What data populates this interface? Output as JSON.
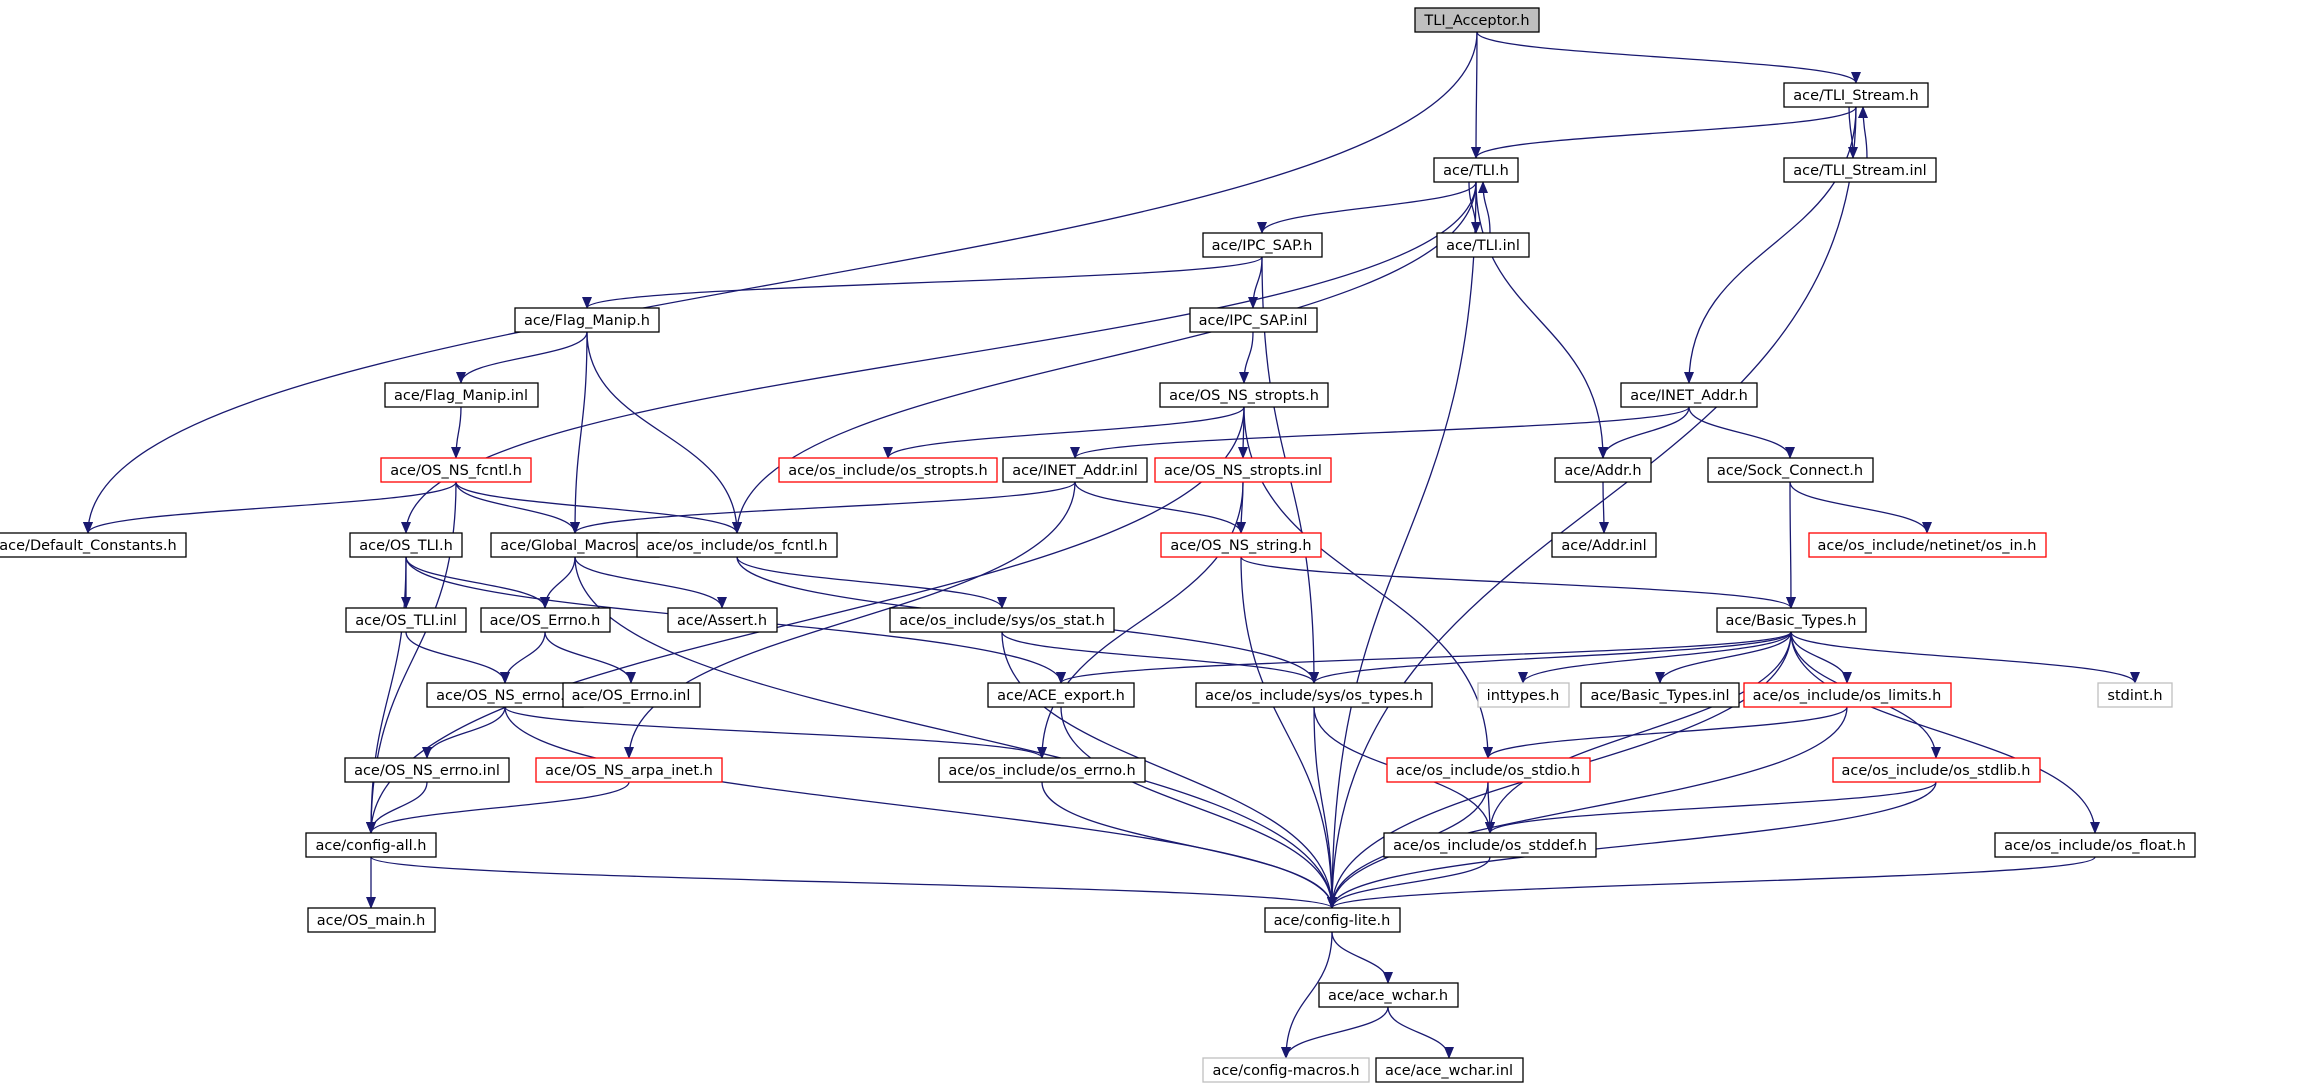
{
  "colors": {
    "edge": "#191970",
    "arrowhead": "#191970",
    "node_border_default": "#000000",
    "node_border_truncated": "#ff0000",
    "node_border_undocumented": "#bfbfbf",
    "root_fill": "#bfbfbf",
    "node_fill": "#ffffff"
  },
  "graph": {
    "root": "tli_acceptor",
    "nodes": [
      {
        "id": "tli_acceptor",
        "label": "TLI_Acceptor.h",
        "kind": "root"
      },
      {
        "id": "tli_stream",
        "label": "ace/TLI_Stream.h",
        "kind": "normal"
      },
      {
        "id": "tli_stream_inl",
        "label": "ace/TLI_Stream.inl",
        "kind": "normal"
      },
      {
        "id": "tli",
        "label": "ace/TLI.h",
        "kind": "normal"
      },
      {
        "id": "tli_inl",
        "label": "ace/TLI.inl",
        "kind": "normal"
      },
      {
        "id": "ipc_sap",
        "label": "ace/IPC_SAP.h",
        "kind": "normal"
      },
      {
        "id": "ipc_sap_inl",
        "label": "ace/IPC_SAP.inl",
        "kind": "normal"
      },
      {
        "id": "flag_manip",
        "label": "ace/Flag_Manip.h",
        "kind": "normal"
      },
      {
        "id": "flag_manip_inl",
        "label": "ace/Flag_Manip.inl",
        "kind": "normal"
      },
      {
        "id": "os_ns_stropts",
        "label": "ace/OS_NS_stropts.h",
        "kind": "normal"
      },
      {
        "id": "inet_addr",
        "label": "ace/INET_Addr.h",
        "kind": "normal"
      },
      {
        "id": "os_ns_fcntl",
        "label": "ace/OS_NS_fcntl.h",
        "kind": "truncated"
      },
      {
        "id": "os_include_stropts",
        "label": "ace/os_include/os_stropts.h",
        "kind": "truncated"
      },
      {
        "id": "inet_addr_inl",
        "label": "ace/INET_Addr.inl",
        "kind": "normal"
      },
      {
        "id": "os_ns_stropts_inl",
        "label": "ace/OS_NS_stropts.inl",
        "kind": "truncated"
      },
      {
        "id": "addr",
        "label": "ace/Addr.h",
        "kind": "normal"
      },
      {
        "id": "sock_connect",
        "label": "ace/Sock_Connect.h",
        "kind": "normal"
      },
      {
        "id": "default_constants",
        "label": "ace/Default_Constants.h",
        "kind": "normal"
      },
      {
        "id": "os_tli",
        "label": "ace/OS_TLI.h",
        "kind": "normal"
      },
      {
        "id": "global_macros",
        "label": "ace/Global_Macros.h",
        "kind": "normal"
      },
      {
        "id": "os_include_fcntl",
        "label": "ace/os_include/os_fcntl.h",
        "kind": "normal"
      },
      {
        "id": "os_ns_string",
        "label": "ace/OS_NS_string.h",
        "kind": "truncated"
      },
      {
        "id": "addr_inl",
        "label": "ace/Addr.inl",
        "kind": "normal"
      },
      {
        "id": "netinet_in",
        "label": "ace/os_include/netinet/os_in.h",
        "kind": "truncated"
      },
      {
        "id": "os_tli_inl",
        "label": "ace/OS_TLI.inl",
        "kind": "normal"
      },
      {
        "id": "os_errno",
        "label": "ace/OS_Errno.h",
        "kind": "normal"
      },
      {
        "id": "assert",
        "label": "ace/Assert.h",
        "kind": "normal"
      },
      {
        "id": "sys_stat",
        "label": "ace/os_include/sys/os_stat.h",
        "kind": "normal"
      },
      {
        "id": "basic_types",
        "label": "ace/Basic_Types.h",
        "kind": "normal"
      },
      {
        "id": "os_ns_errno",
        "label": "ace/OS_NS_errno.h",
        "kind": "normal"
      },
      {
        "id": "os_errno_inl",
        "label": "ace/OS_Errno.inl",
        "kind": "normal"
      },
      {
        "id": "ace_export",
        "label": "ace/ACE_export.h",
        "kind": "normal"
      },
      {
        "id": "sys_types",
        "label": "ace/os_include/sys/os_types.h",
        "kind": "normal"
      },
      {
        "id": "inttypes",
        "label": "inttypes.h",
        "kind": "undocumented"
      },
      {
        "id": "basic_types_inl",
        "label": "ace/Basic_Types.inl",
        "kind": "normal"
      },
      {
        "id": "os_limits",
        "label": "ace/os_include/os_limits.h",
        "kind": "truncated"
      },
      {
        "id": "stdint",
        "label": "stdint.h",
        "kind": "undocumented"
      },
      {
        "id": "os_ns_errno_inl",
        "label": "ace/OS_NS_errno.inl",
        "kind": "normal"
      },
      {
        "id": "os_ns_arpa_inet",
        "label": "ace/OS_NS_arpa_inet.h",
        "kind": "truncated"
      },
      {
        "id": "os_include_errno",
        "label": "ace/os_include/os_errno.h",
        "kind": "normal"
      },
      {
        "id": "os_stdio",
        "label": "ace/os_include/os_stdio.h",
        "kind": "truncated"
      },
      {
        "id": "os_stdlib",
        "label": "ace/os_include/os_stdlib.h",
        "kind": "truncated"
      },
      {
        "id": "config_all",
        "label": "ace/config-all.h",
        "kind": "normal"
      },
      {
        "id": "os_stddef",
        "label": "ace/os_include/os_stddef.h",
        "kind": "normal"
      },
      {
        "id": "os_float",
        "label": "ace/os_include/os_float.h",
        "kind": "normal"
      },
      {
        "id": "os_main",
        "label": "ace/OS_main.h",
        "kind": "normal"
      },
      {
        "id": "config_lite",
        "label": "ace/config-lite.h",
        "kind": "normal"
      },
      {
        "id": "ace_wchar",
        "label": "ace/ace_wchar.h",
        "kind": "normal"
      },
      {
        "id": "config_macros",
        "label": "ace/config-macros.h",
        "kind": "undocumented"
      },
      {
        "id": "ace_wchar_inl",
        "label": "ace/ace_wchar.inl",
        "kind": "normal"
      }
    ],
    "edges": [
      [
        "tli_acceptor",
        "tli"
      ],
      [
        "tli_acceptor",
        "tli_stream"
      ],
      [
        "tli_acceptor",
        "default_constants"
      ],
      [
        "tli_stream",
        "tli"
      ],
      [
        "tli_stream",
        "tli_stream_inl"
      ],
      [
        "tli_stream_inl",
        "tli_stream"
      ],
      [
        "tli_stream",
        "inet_addr"
      ],
      [
        "tli_stream",
        "config_lite"
      ],
      [
        "tli",
        "ipc_sap"
      ],
      [
        "tli",
        "tli_inl"
      ],
      [
        "tli_inl",
        "tli"
      ],
      [
        "tli",
        "addr"
      ],
      [
        "tli",
        "os_include_fcntl"
      ],
      [
        "tli",
        "os_tli"
      ],
      [
        "tli",
        "config_lite"
      ],
      [
        "ipc_sap",
        "flag_manip"
      ],
      [
        "ipc_sap",
        "ipc_sap_inl"
      ],
      [
        "ipc_sap",
        "sys_types"
      ],
      [
        "ipc_sap_inl",
        "os_ns_stropts"
      ],
      [
        "flag_manip",
        "flag_manip_inl"
      ],
      [
        "flag_manip",
        "global_macros"
      ],
      [
        "flag_manip",
        "os_include_fcntl"
      ],
      [
        "flag_manip_inl",
        "os_ns_fcntl"
      ],
      [
        "os_ns_stropts",
        "os_include_stropts"
      ],
      [
        "os_ns_stropts",
        "os_ns_stropts_inl"
      ],
      [
        "os_ns_stropts",
        "config_all"
      ],
      [
        "os_ns_stropts",
        "os_stdio"
      ],
      [
        "inet_addr",
        "addr"
      ],
      [
        "inet_addr",
        "sock_connect"
      ],
      [
        "inet_addr",
        "inet_addr_inl"
      ],
      [
        "os_ns_fcntl",
        "default_constants"
      ],
      [
        "os_ns_fcntl",
        "global_macros"
      ],
      [
        "os_ns_fcntl",
        "os_include_fcntl"
      ],
      [
        "os_ns_fcntl",
        "config_all"
      ],
      [
        "inet_addr_inl",
        "global_macros"
      ],
      [
        "inet_addr_inl",
        "os_ns_string"
      ],
      [
        "inet_addr_inl",
        "os_ns_arpa_inet"
      ],
      [
        "os_ns_stropts_inl",
        "os_ns_string"
      ],
      [
        "os_ns_stropts_inl",
        "os_include_errno"
      ],
      [
        "addr",
        "addr_inl"
      ],
      [
        "sock_connect",
        "netinet_in"
      ],
      [
        "sock_connect",
        "basic_types"
      ],
      [
        "os_tli",
        "os_tli_inl"
      ],
      [
        "os_tli",
        "os_errno"
      ],
      [
        "os_tli",
        "ace_export"
      ],
      [
        "os_tli",
        "config_all"
      ],
      [
        "global_macros",
        "os_errno"
      ],
      [
        "global_macros",
        "assert"
      ],
      [
        "global_macros",
        "config_lite"
      ],
      [
        "os_include_fcntl",
        "sys_stat"
      ],
      [
        "os_include_fcntl",
        "sys_types"
      ],
      [
        "os_ns_string",
        "basic_types"
      ],
      [
        "os_ns_string",
        "config_lite"
      ],
      [
        "os_tli_inl",
        "os_ns_errno"
      ],
      [
        "os_errno",
        "os_ns_errno"
      ],
      [
        "os_errno",
        "os_errno_inl"
      ],
      [
        "sys_stat",
        "sys_types"
      ],
      [
        "sys_stat",
        "config_lite"
      ],
      [
        "basic_types",
        "ace_export"
      ],
      [
        "basic_types",
        "sys_types"
      ],
      [
        "basic_types",
        "inttypes"
      ],
      [
        "basic_types",
        "basic_types_inl"
      ],
      [
        "basic_types",
        "os_limits"
      ],
      [
        "basic_types",
        "stdint"
      ],
      [
        "basic_types",
        "os_stdlib"
      ],
      [
        "basic_types",
        "os_stddef"
      ],
      [
        "basic_types",
        "os_float"
      ],
      [
        "basic_types",
        "config_lite"
      ],
      [
        "os_ns_errno",
        "os_ns_errno_inl"
      ],
      [
        "os_ns_errno",
        "os_include_errno"
      ],
      [
        "os_ns_errno",
        "config_lite"
      ],
      [
        "ace_export",
        "config_lite"
      ],
      [
        "sys_types",
        "config_lite"
      ],
      [
        "sys_types",
        "os_stddef"
      ],
      [
        "os_limits",
        "os_stdio"
      ],
      [
        "os_limits",
        "config_lite"
      ],
      [
        "os_ns_errno_inl",
        "config_all"
      ],
      [
        "os_ns_arpa_inet",
        "config_all"
      ],
      [
        "os_include_errno",
        "config_lite"
      ],
      [
        "os_stdio",
        "os_stddef"
      ],
      [
        "os_stdio",
        "config_lite"
      ],
      [
        "os_stdlib",
        "os_stddef"
      ],
      [
        "os_stdlib",
        "config_lite"
      ],
      [
        "config_all",
        "os_main"
      ],
      [
        "config_all",
        "config_lite"
      ],
      [
        "os_stddef",
        "config_lite"
      ],
      [
        "os_float",
        "config_lite"
      ],
      [
        "config_lite",
        "ace_wchar"
      ],
      [
        "config_lite",
        "config_macros"
      ],
      [
        "ace_wchar",
        "config_macros"
      ],
      [
        "ace_wchar",
        "ace_wchar_inl"
      ]
    ]
  }
}
